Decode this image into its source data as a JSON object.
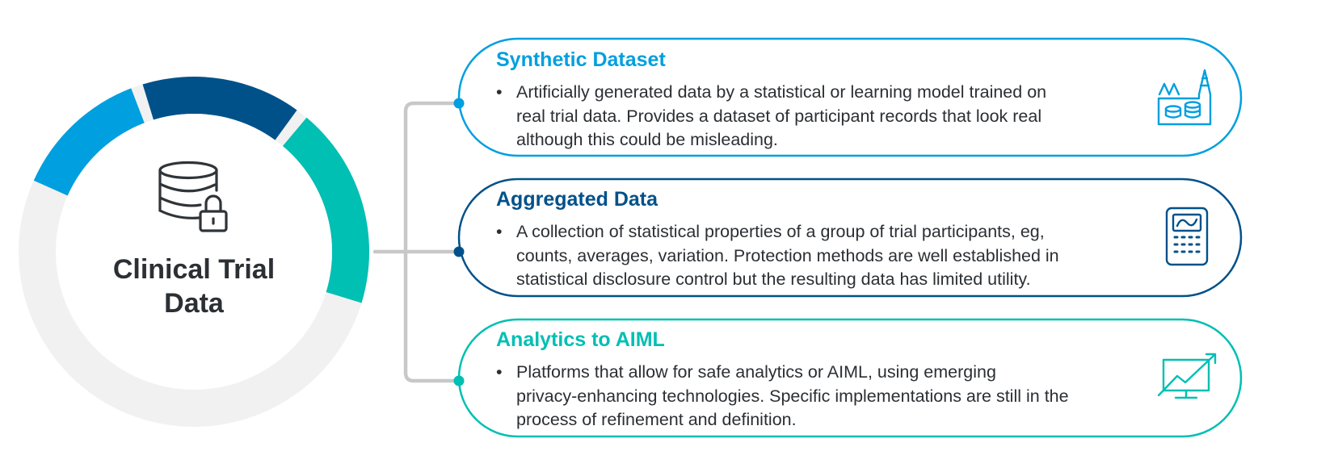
{
  "center": {
    "title_lines": [
      "Clinical Trial",
      "Data"
    ],
    "icon": "database-lock-icon"
  },
  "ring": {
    "background_color": "#f1f1f1",
    "segments": [
      {
        "name": "synthetic",
        "color": "#009fdf"
      },
      {
        "name": "aggregated",
        "color": "#00518a"
      },
      {
        "name": "analytics",
        "color": "#00bfb3"
      }
    ]
  },
  "connector_color": "#c8c8c8",
  "cards": [
    {
      "id": "synthetic-dataset",
      "title": "Synthetic Dataset",
      "color": "#009fdf",
      "bullet": "•",
      "body_lines": [
        "Artificially generated data by a statistical or learning model trained on",
        "real trial data. Provides a dataset of participant records that look real",
        "although this could be misleading."
      ],
      "icon": "factory-data-icon"
    },
    {
      "id": "aggregated-data",
      "title": "Aggregated Data",
      "color": "#00518a",
      "bullet": "•",
      "body_lines": [
        "A collection of statistical properties of a group of trial participants, eg,",
        "counts, averages, variation. Protection methods are well established in",
        "statistical disclosure control but the resulting data has limited utility."
      ],
      "icon": "calculator-icon"
    },
    {
      "id": "analytics-to-aiml",
      "title": "Analytics to AIML",
      "color": "#00bfb3",
      "bullet": "•",
      "body_lines": [
        "Platforms that allow for safe analytics or AIML, using emerging",
        "privacy-enhancing technologies. Specific implementations are still in the",
        "process of refinement and definition."
      ],
      "icon": "trend-chart-monitor-icon"
    }
  ]
}
